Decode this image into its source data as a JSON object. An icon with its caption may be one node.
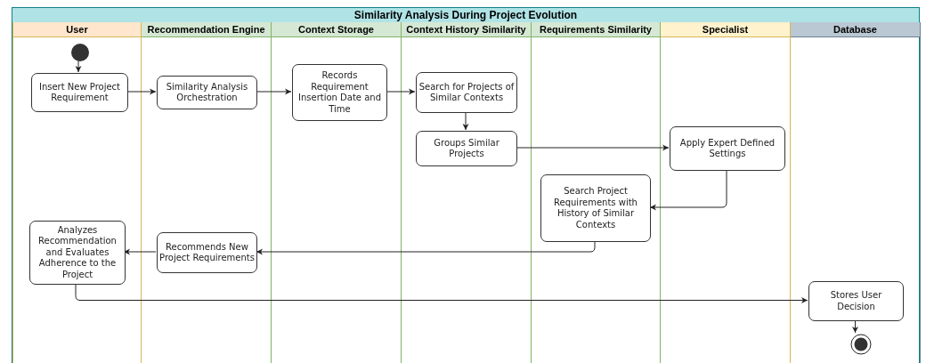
{
  "diagram": {
    "nodes": [
      {
        "text": [
          "Similarity Analysis During Project Evolution"
        ]
      },
      {
        "text": [
          "User"
        ],
        "in": 0
      },
      {
        "text": [
          "Recommendation Engine"
        ],
        "in": 0
      },
      {
        "text": [
          "Context Storage"
        ],
        "in": 0
      },
      {
        "text": [
          "Context History Similarity"
        ],
        "in": 0
      },
      {
        "text": [
          "Requirements Similarity"
        ],
        "in": 0
      },
      {
        "text": [
          "Specialist"
        ],
        "in": 0
      },
      {
        "text": [
          "Database"
        ],
        "in": 0
      },
      {
        "text": [],
        "shape": "circle",
        "in": 1
      },
      {
        "text": [
          "Insert New Project Requirement"
        ],
        "in": 1
      },
      {
        "text": [
          "Similarity Analysis Orchestration"
        ],
        "in": 2
      },
      {
        "text": [
          "Records Requirement Insertion Date and Time"
        ],
        "in": 3
      },
      {
        "text": [
          "Search for Projects of Similar Contexts"
        ],
        "in": 4
      },
      {
        "text": [
          "Groups Similar Projects"
        ],
        "in": 4
      },
      {
        "text": [
          "Apply Expert Defined Settings"
        ],
        "in": 6
      },
      {
        "text": [
          "Search Project Requirements with History of Similar Contexts"
        ],
        "in": 5
      },
      {
        "text": [
          "Analyzes Recommendation and Evaluates Adherence to the Project"
        ],
        "in": 1
      },
      {
        "text": [
          "Recommends New Project Requirements"
        ],
        "in": 2
      },
      {
        "text": [
          "Stores User Decision"
        ],
        "in": 7
      },
      {
        "text": [],
        "shape": "circle",
        "in": 7
      }
    ],
    "edges": [
      {
        "from": 8,
        "to": 9,
        "arrow": "to"
      },
      {
        "from": 9,
        "to": 10,
        "arrow": "to"
      },
      {
        "from": 10,
        "to": 11,
        "arrow": "to"
      },
      {
        "from": 11,
        "to": 12,
        "arrow": "to"
      },
      {
        "from": 12,
        "to": 13,
        "arrow": "to"
      },
      {
        "from": 13,
        "to": 14,
        "arrow": "to"
      },
      {
        "from": 14,
        "to": 15,
        "arrow": "to"
      },
      {
        "from": 15,
        "to": 17,
        "arrow": "to"
      },
      {
        "from": 17,
        "to": 16,
        "arrow": "to"
      },
      {
        "from": 16,
        "to": 18,
        "arrow": "to"
      },
      {
        "from": 18,
        "to": 19,
        "arrow": "to"
      }
    ]
  }
}
